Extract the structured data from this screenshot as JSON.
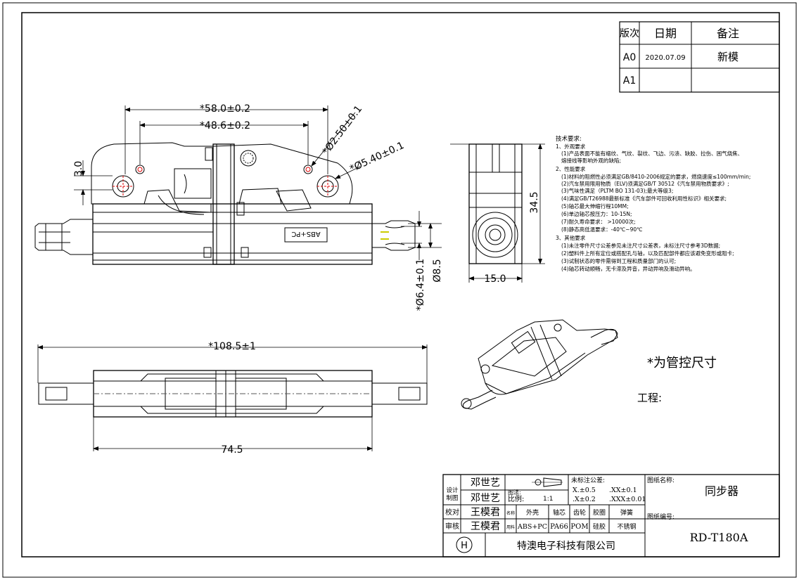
{
  "revision_table": {
    "headers": [
      "版次",
      "日期",
      "备注"
    ],
    "rows": [
      {
        "rev": "A0",
        "date": "2020.07.09",
        "note": "新模"
      },
      {
        "rev": "A1",
        "date": "",
        "note": ""
      }
    ]
  },
  "dimensions": {
    "width_58": "*58.0±0.2",
    "width_48": "*48.6±0.2",
    "dia_2_50": "*Ø2.50±0.1",
    "dia_5_40": "*Ø5.40±0.1",
    "height_3": "3.0",
    "dia_6_4": "*Ø6.4±0.1",
    "dia_8_5": "Ø8.5",
    "height_34_5": "34.5",
    "width_15": "15.0",
    "length_108_5": "*108.5±1",
    "length_74_5": "74.5"
  },
  "part_marking": "ABS+PC",
  "notes": {
    "title": "技术要求:",
    "lines": [
      "1、外观要求",
      "(1)产品表面不能有缩纹、气纹、裂纹、飞边、污渍、缺胶、拉伤、困气烧焦、",
      "   熔接线等影响外观的缺陷;",
      "2、性能要求",
      "(1)材料的阻燃性必须满足GB/8410-2006规定的要求，燃烧速度≤100mm/min;",
      "(2)汽车禁用限用物质（ELV)须满足GB/T 30512《汽车禁用物质要求》;",
      "(3)气味性满足（PLTM BO 131-03);最大等级3;",
      "(4)满足GB/T26988最新标准《汽车部件可回收利用性标识》相关要求;",
      "(5)轴芯最大伸缩行程10MM;",
      "(6)单边轴芯按压力：10-15N;",
      "(7)耐久寿命要求： >10000次;",
      "(8)静态高低温要求：-40℃~90℃",
      "3、其他要求",
      "(1)未注零件尺寸公差参见未注尺寸公差表，未标注尺寸参考3D数据;",
      "(2)塑料件上所有定位或搭配孔与轴，以及匹配部件都应该避免变形或阻卡;",
      "(3)试制状态的零件需得到工程和质量部门的认可;",
      "(4)轴芯转动顺畅，无卡滞及异音，异动异响及滑动异响。"
    ]
  },
  "control_dimension_note": "*为管控尺寸",
  "project_label": "工程:",
  "title_block": {
    "designer": "邓世艺",
    "drafter": "邓世艺",
    "checker": "王模君",
    "reviewer": "王模君",
    "design_label": "设计",
    "draw_label": "制图",
    "check_label": "校对",
    "review_label": "审核",
    "sheet_label": "图法:",
    "scale_label": "比例:",
    "scale": "1:1",
    "tolerance_title": "未标注公差:",
    "tol_1": "X.±0.5",
    "tol_2": ".XX±0.1",
    "tol_3": ".X±0.2",
    "tol_4": ".XXX±0.01",
    "name_col_label": "名称",
    "material_col_label": "用料",
    "parts": [
      "外壳",
      "轴芯",
      "齿轮",
      "胶圈",
      "弹簧"
    ],
    "materials": [
      "ABS+PC",
      "PA66",
      "POM",
      "硅胶",
      "不锈钢"
    ],
    "drawing_name_label": "图纸名称:",
    "drawing_name": "同步器",
    "drawing_number_label": "图纸编号:",
    "drawing_number": "RD-T180A",
    "company": "特澳电子科技有限公司"
  }
}
